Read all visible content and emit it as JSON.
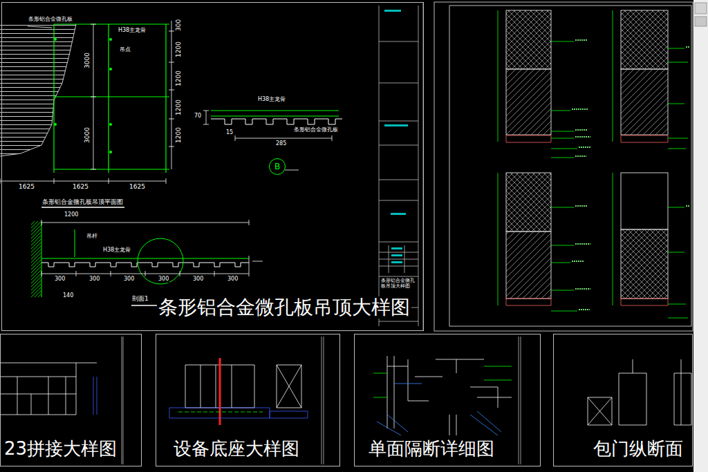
{
  "diagram": {
    "nodes": [
      {
        "text": [
          "条形铝合金微孔板吊顶大样图"
        ]
      },
      {
        "text": [
          "23拼接大样图"
        ]
      },
      {
        "text": [
          "设备底座大样图"
        ]
      },
      {
        "text": [
          "单面隔断详细图"
        ]
      },
      {
        "text": [
          "包门纵断面"
        ]
      },
      {
        "text": [
          "B"
        ],
        "in": 0
      }
    ],
    "labels": [
      "条形铝合金微孔板",
      "H38主龙骨",
      "吊点",
      "3000",
      "3000",
      "1625",
      "1625",
      "1625",
      "300",
      "1200",
      "1200",
      "1200",
      "1200",
      "条形铝合金微孔板吊顶平面图",
      "H38主龙骨",
      "70",
      "15",
      "285",
      "条形铝合金微孔板",
      "1200",
      "吊杆",
      "H38主龙骨",
      "300",
      "300",
      "300",
      "300",
      "300",
      "300",
      "140",
      "剖面1",
      "条形铝合金微孔板吊顶大样图"
    ]
  }
}
